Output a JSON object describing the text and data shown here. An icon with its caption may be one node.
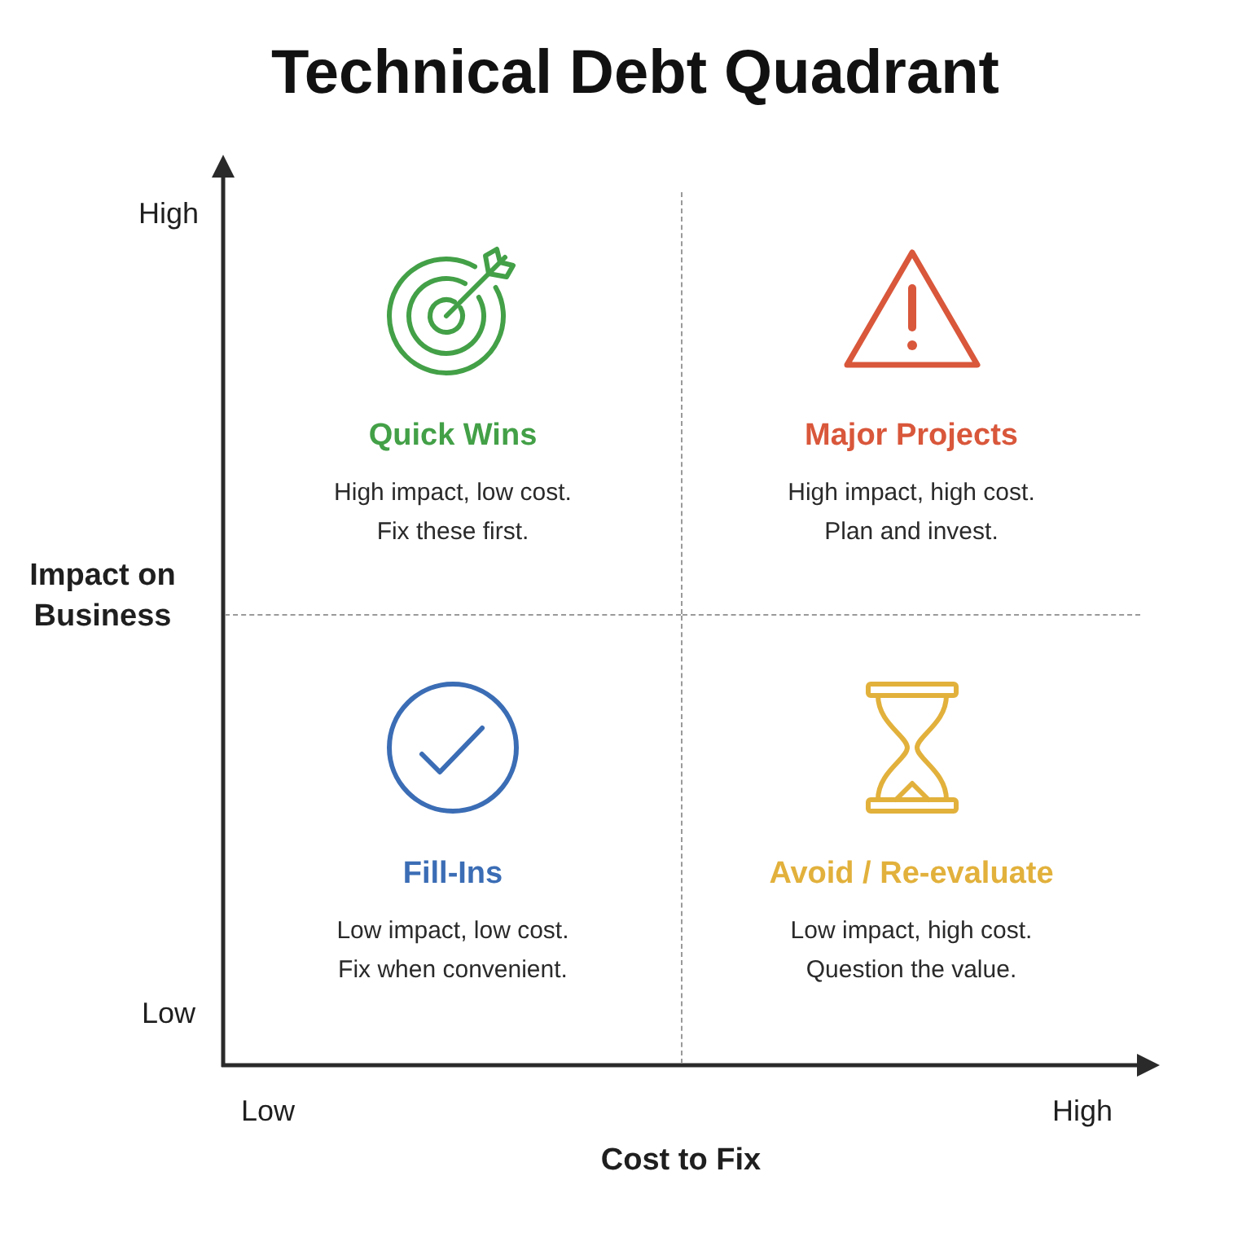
{
  "diagram": {
    "title": "Technical Debt Quadrant",
    "nodes": [
      {
        "text": [
          "Quick Wins",
          "High impact, low cost. Fix these first."
        ]
      },
      {
        "text": [
          "Major Projects",
          "High impact, high cost. Plan and invest."
        ]
      },
      {
        "text": [
          "Fill-Ins",
          "Low impact, low cost. Fix when convenient."
        ]
      },
      {
        "text": [
          "Avoid / Re-evaluate",
          "Low impact, high cost. Question the value."
        ]
      }
    ],
    "labels": [
      "High",
      "Impact on Business",
      "Low",
      "Low",
      "High",
      "Cost to Fix"
    ]
  }
}
